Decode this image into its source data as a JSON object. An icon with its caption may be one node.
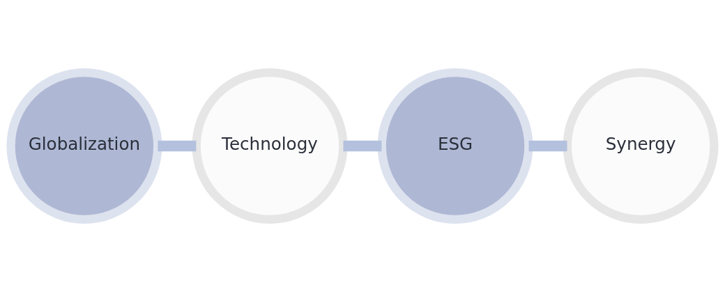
{
  "diagram": {
    "nodes": [
      {
        "text": [
          "Globalization"
        ]
      },
      {
        "text": [
          "Technology"
        ]
      },
      {
        "text": [
          "ESG"
        ]
      },
      {
        "text": [
          "Synergy"
        ]
      }
    ],
    "edges": [
      {
        "from": 0,
        "to": 1,
        "arrow": "none"
      },
      {
        "from": 1,
        "to": 2,
        "arrow": "none"
      },
      {
        "from": 2,
        "to": 3,
        "arrow": "none"
      }
    ]
  }
}
